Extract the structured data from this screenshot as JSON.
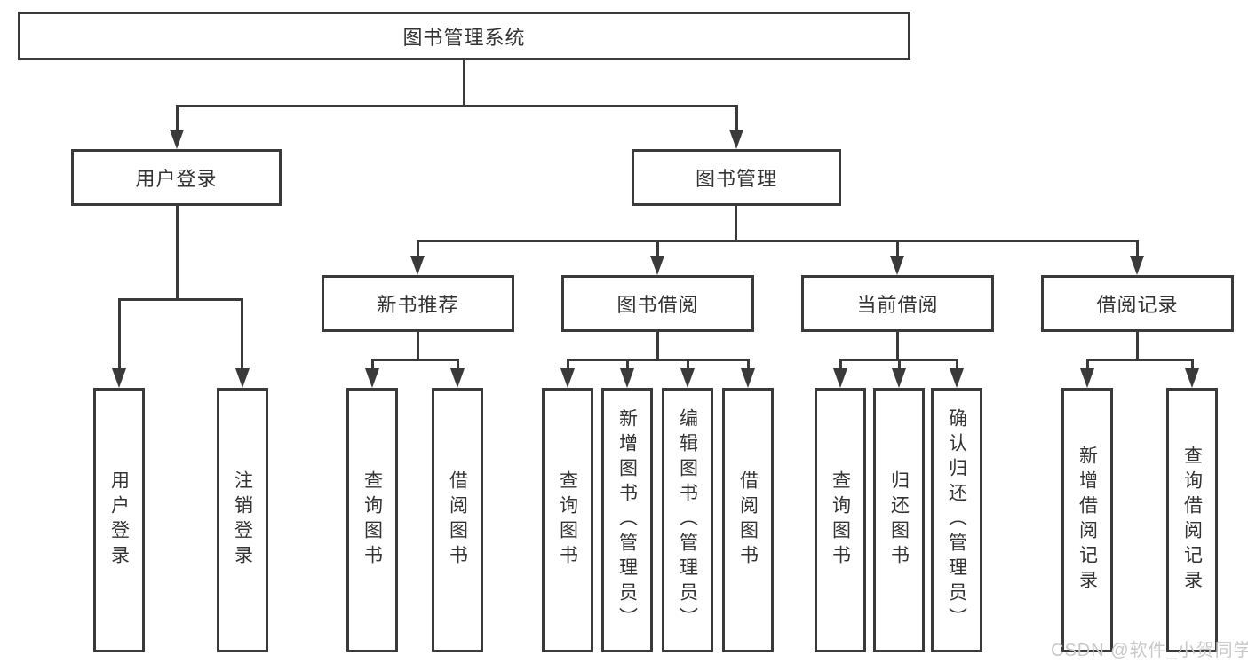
{
  "tree": {
    "label": "图书管理系统",
    "children": [
      {
        "label": "用户登录",
        "children": [
          {
            "label": "用户登录"
          },
          {
            "label": "注销登录"
          }
        ]
      },
      {
        "label": "图书管理",
        "children": [
          {
            "label": "新书推荐",
            "children": [
              {
                "label": "查询图书"
              },
              {
                "label": "借阅图书"
              }
            ]
          },
          {
            "label": "图书借阅",
            "children": [
              {
                "label": "查询图书"
              },
              {
                "label": "新增图书（管理员）"
              },
              {
                "label": "编辑图书（管理员）"
              },
              {
                "label": "借阅图书"
              }
            ]
          },
          {
            "label": "当前借阅",
            "children": [
              {
                "label": "查询图书"
              },
              {
                "label": "归还图书"
              },
              {
                "label": "确认归还（管理员）"
              }
            ]
          },
          {
            "label": "借阅记录",
            "children": [
              {
                "label": "新增借阅记录"
              },
              {
                "label": "查询借阅记录"
              }
            ]
          }
        ]
      }
    ]
  },
  "watermark": "CSDN @软件_小贺同学",
  "colors": {
    "line": "#3a3a3a",
    "text": "#333333",
    "box_bg": "#ffffff",
    "watermark": "#c9c9c9"
  }
}
